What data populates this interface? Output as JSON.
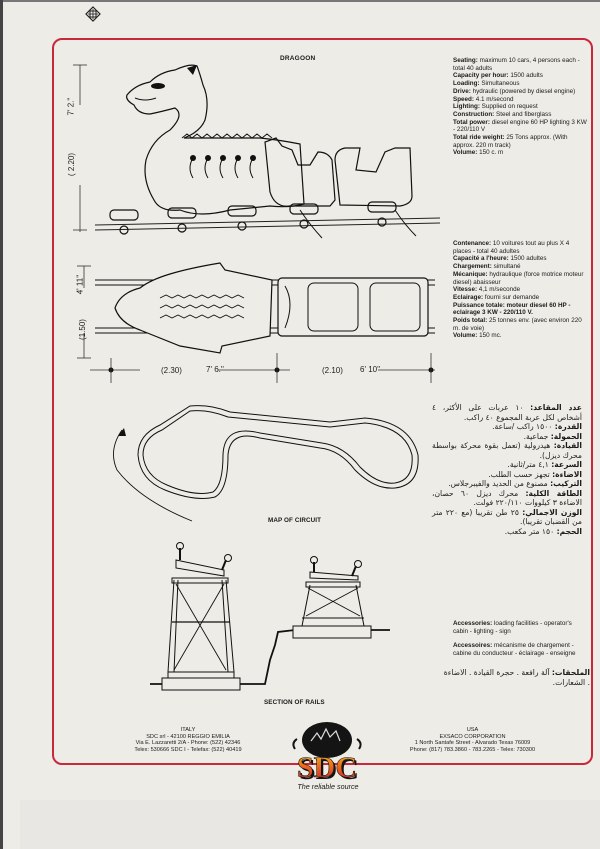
{
  "document": {
    "title": "DRAGOON",
    "colors": {
      "frame": "#c8283c",
      "paper": "#eeece6",
      "ink": "#1a1a1a"
    }
  },
  "specs_en": [
    {
      "label": "Seating:",
      "value": " maximum 10 cars, 4 persons each - total 40 adults"
    },
    {
      "label": "Capacity per hour:",
      "value": " 1500 adults"
    },
    {
      "label": "Loading:",
      "value": " Simultaneous"
    },
    {
      "label": "Drive:",
      "value": " hydraulic (powered by diesel engine)"
    },
    {
      "label": "Speed:",
      "value": " 4.1 m/second"
    },
    {
      "label": "Lighting:",
      "value": " Supplied on request"
    },
    {
      "label": "Construction:",
      "value": " Steel and fiberglass"
    },
    {
      "label": "Total power:",
      "value": " diesel engine 60 HP lighting 3 KW - 220/110 V"
    },
    {
      "label": "Total ride weight:",
      "value": " 25 Tons approx. (With approx. 220 m track)"
    },
    {
      "label": "Volume:",
      "value": " 150 c. m"
    }
  ],
  "specs_fr": [
    {
      "label": "Contenance:",
      "value": " 10 voitures tout au plus X 4 places - total 40 adultes"
    },
    {
      "label": "Capacité a l'heure:",
      "value": " 1500 adultes"
    },
    {
      "label": "Chargement:",
      "value": " simultané"
    },
    {
      "label": "Mécanique:",
      "value": " hydraulique (force motrice moteur diesel) abaisseur"
    },
    {
      "label": "Vitesse:",
      "value": " 4,1 m/seconde"
    },
    {
      "label": "Eclairage:",
      "value": " fourni sur demande"
    },
    {
      "label": "Puissance totale: moteur diesel 60 HP - eclairage 3 KW - 220/110 V.",
      "value": ""
    },
    {
      "label": "Poids total:",
      "value": " 25 tonnes env. (avec environ 220 m. de voie)"
    },
    {
      "label": "Volume:",
      "value": " 150 mc."
    }
  ],
  "specs_ar": [
    {
      "label": "عدد المقاعد:",
      "value": " ١٠ عربات على الأكثر، ٤ أشخاص لكل عربة المجموع ٤٠ راكب."
    },
    {
      "label": "القدرة:",
      "value": " ١٥٠٠ راكب /ساعة."
    },
    {
      "label": "الحمولة:",
      "value": " جماعية."
    },
    {
      "label": "القيادة:",
      "value": " هيدرولية (تعمل بقوة محركة بواسطة محرك ديزل)."
    },
    {
      "label": "السرعة:",
      "value": " ٤,١ متر/ثانية."
    },
    {
      "label": "الاضاءة:",
      "value": " تجهز حسب الطلب."
    },
    {
      "label": "التركيب:",
      "value": " مصنوع من الحديد والفيبرجلاس."
    },
    {
      "label": "الطاقة الكلية:",
      "value": " محرك ديزل ٦٠ حصان، الاضاءة ٣ كيلووات ٢٢٠/١١٠ فولت."
    },
    {
      "label": "الوزن الاجمالي:",
      "value": " ٢٥ طن تقريبا (مع ٢٢٠ متر من القضبان تقريبا)."
    },
    {
      "label": "الحجم:",
      "value": " ١٥٠ متر مكعب."
    }
  ],
  "accessories": {
    "en_label": "Accessories:",
    "en_value": " loading facilities - operator's cabin - lighting - sign",
    "fr_label": "Accessoires:",
    "fr_value": " mécanisme de chargement - cabine du conducteur - éclairage - enseigne",
    "ar_label": "الملحقات:",
    "ar_value": " آلة رافعة . حجرة القيادة . الاضاءة . الشعارات."
  },
  "dimensions": {
    "side_height_imperial": "7' 2.''",
    "side_height_metric": "( 2.20)",
    "top_width_imperial": "4' 11''",
    "top_width_metric": "(1.50)",
    "head_length_metric": "(2.30)",
    "head_length_imperial": "7' 6.''",
    "car_length_metric": "(2.10)",
    "car_length_imperial": "6' 10''"
  },
  "captions": {
    "circuit": "MAP OF CIRCUIT",
    "rails": "SECTION OF RAILS"
  },
  "footer": {
    "italy": {
      "country": "ITALY",
      "line1": "SDC srl - 42100 REGGIO EMILIA",
      "line2": "Via E. Lazzaretti 2/A - Phone: (522) 42346",
      "line3": "Telex: 530666 SDC I - Telefax: (522) 40419"
    },
    "usa": {
      "country": "USA",
      "line1": "EXSACO CORPORATION",
      "line2": "1 North Santafe Street - Alvarado Texas 76009",
      "line3": "Phone: (817) 783.3860 - 783.2265 - Telex: 730300"
    },
    "logo_text": "SDC",
    "tagline": "The reliable source"
  }
}
